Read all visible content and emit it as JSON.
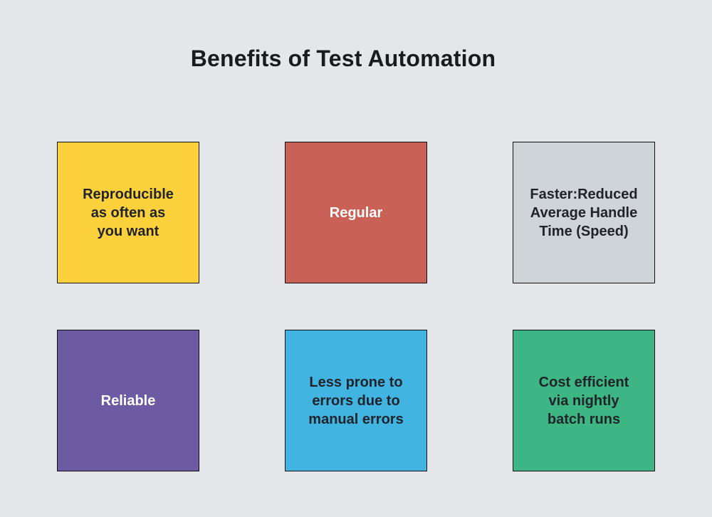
{
  "page": {
    "background": "#e5e6e9",
    "border_color": "#111111"
  },
  "title": "Benefits of Test Automation",
  "cards": [
    {
      "id": "reproducible",
      "label": "Reproducible\nas often as\nyou want",
      "fill": "#fcd13c",
      "text_color": "#20242a"
    },
    {
      "id": "regular",
      "label": "Regular",
      "fill": "#c96156",
      "text_color": "#ffffff"
    },
    {
      "id": "faster",
      "label": "Faster:Reduced\nAverage Handle\nTime (Speed)",
      "fill": "#cfd4d9",
      "text_color": "#20242a"
    },
    {
      "id": "reliable",
      "label": "Reliable",
      "fill": "#6c5ba3",
      "text_color": "#ffffff"
    },
    {
      "id": "less-errors",
      "label": "Less prone to\nerrors due to\nmanual errors",
      "fill": "#41b4e1",
      "text_color": "#20242a"
    },
    {
      "id": "cost-efficient",
      "label": "Cost efficient\nvia nightly\nbatch runs",
      "fill": "#3db683",
      "text_color": "#20242a"
    }
  ]
}
